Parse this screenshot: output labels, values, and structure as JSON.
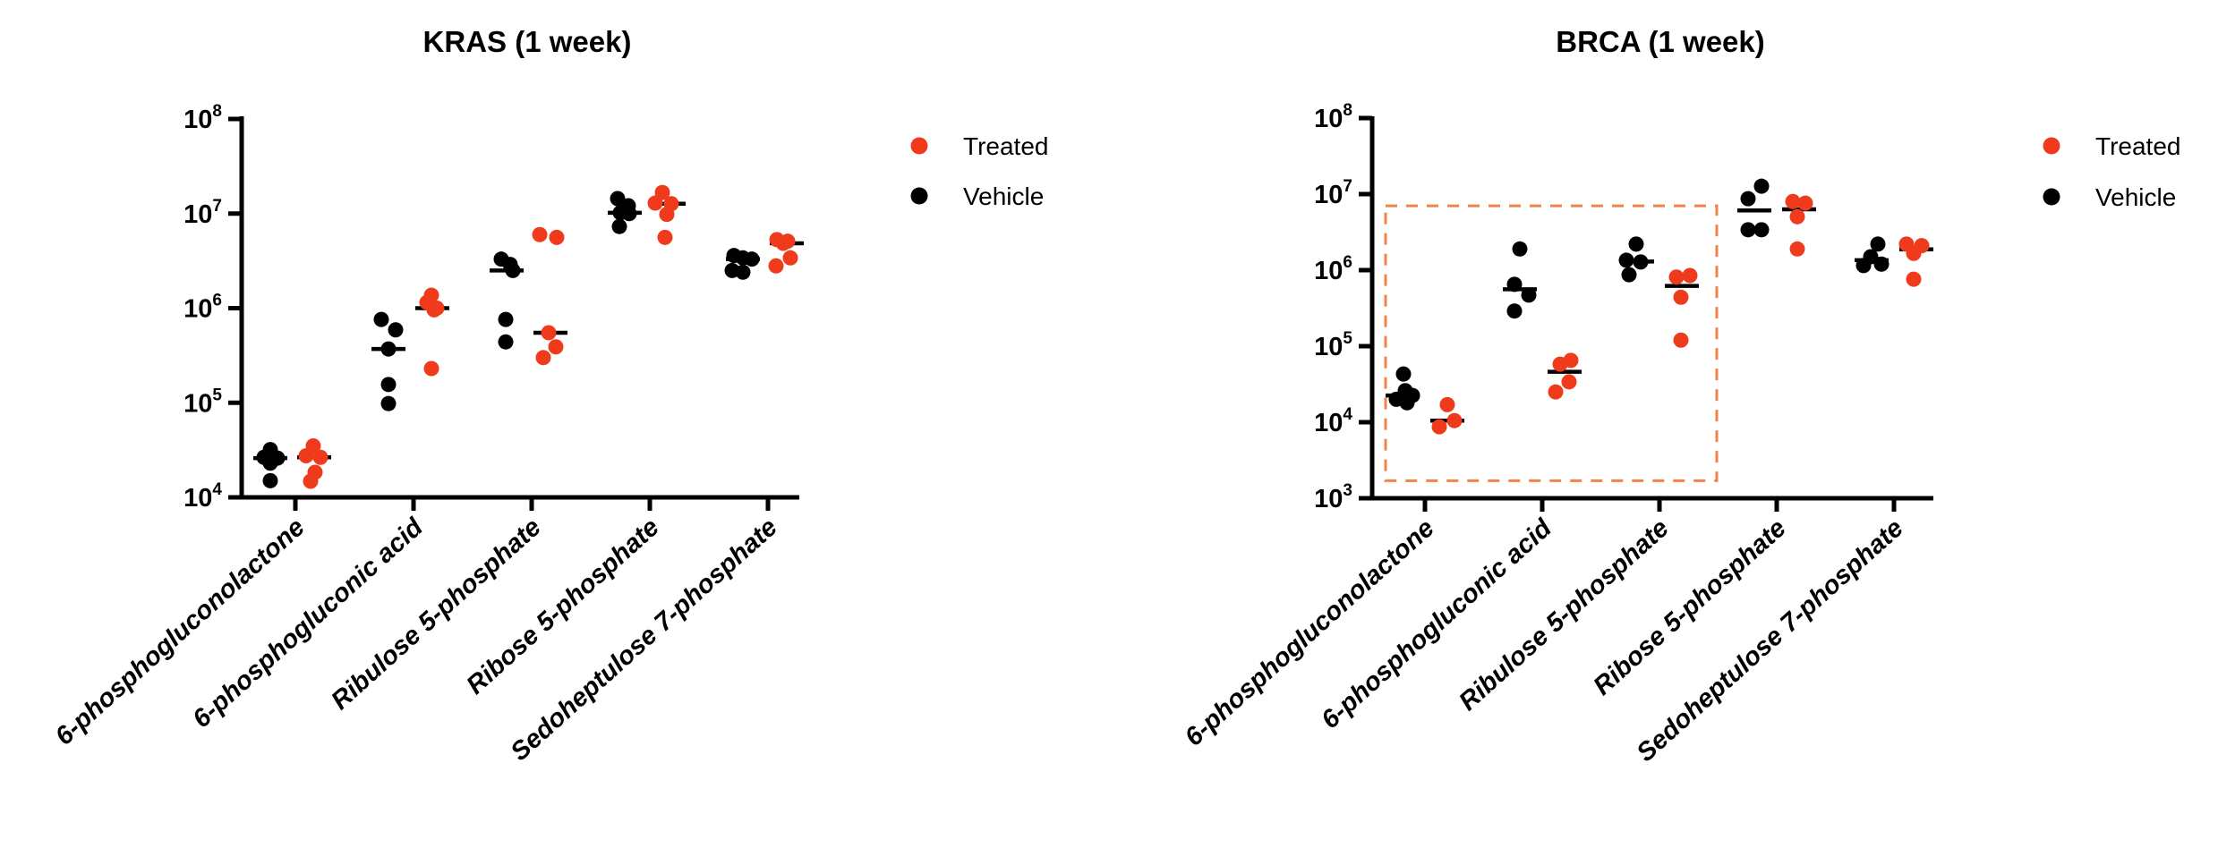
{
  "figure": {
    "background": "#FFFFFF"
  },
  "colors": {
    "treated": "#EF3B1C",
    "vehicle": "#000000",
    "axis": "#000000",
    "median": "#000000",
    "highlight_box": "#F0824B"
  },
  "legend": {
    "items": [
      {
        "label": "Treated",
        "color_key": "treated"
      },
      {
        "label": "Vehicle",
        "color_key": "vehicle"
      }
    ]
  },
  "chart_data": [
    {
      "type": "scatter",
      "title": "KRAS (1 week)",
      "y_axis": {
        "scale": "log",
        "base": "10",
        "tick_exponents": [
          8,
          7,
          6,
          5,
          4
        ],
        "ylim": [
          10000,
          100000000
        ]
      },
      "categories": [
        "6-phosphogluconolactone",
        "6-phosphogluconic acid",
        "Ribulose 5-phosphate",
        "Ribose 5-phosphate",
        "Sedoheptulose 7-phosphate"
      ],
      "series": [
        {
          "name": "Vehicle",
          "color_key": "vehicle",
          "values_by_category": [
            [
              32000,
              26500,
              26000,
              23000,
              15000
            ],
            [
              760000,
              590000,
              370000,
              156000,
              98000
            ],
            [
              3300000,
              2900000,
              2500000,
              760000,
              440000
            ],
            [
              14400000,
              12100000,
              10200000,
              10000000,
              7300000
            ],
            [
              3600000,
              3400000,
              3300000,
              2500000,
              2400000
            ]
          ],
          "medians": [
            26000,
            370000,
            2500000,
            10200000,
            3300000
          ]
        },
        {
          "name": "Treated",
          "color_key": "treated",
          "values_by_category": [
            [
              35000,
              27500,
              26500,
              18400,
              14800
            ],
            [
              1370000,
              1150000,
              1000000,
              960000,
              230000
            ],
            [
              6000000,
              5600000,
              550000,
              390000,
              300000
            ],
            [
              16700000,
              12900000,
              12700000,
              9800000,
              5600000
            ],
            [
              5300000,
              5100000,
              4850000,
              3400000,
              2800000
            ]
          ],
          "medians": [
            26500,
            1000000,
            550000,
            12700000,
            4850000
          ]
        }
      ],
      "highlight_box": null
    },
    {
      "type": "scatter",
      "title": "BRCA (1 week)",
      "y_axis": {
        "scale": "log",
        "base": "10",
        "tick_exponents": [
          8,
          7,
          6,
          5,
          4,
          3
        ],
        "ylim": [
          1000,
          100000000
        ]
      },
      "categories": [
        "6-phosphogluconolactone",
        "6-phosphogluconic acid",
        "Ribulose 5-phosphate",
        "Ribose 5-phosphate",
        "Sedoheptulose 7-phosphate"
      ],
      "series": [
        {
          "name": "Vehicle",
          "color_key": "vehicle",
          "values_by_category": [
            [
              43000,
              26000,
              22500,
              20000,
              18000
            ],
            [
              1900000,
              650000,
              470000,
              290000
            ],
            [
              2200000,
              1350000,
              1280000,
              870000
            ],
            [
              12700000,
              8700000,
              3400000,
              3400000
            ],
            [
              2200000,
              1500000,
              1200000,
              1150000
            ]
          ],
          "medians": [
            22500,
            560000,
            1300000,
            6100000,
            1350000
          ]
        },
        {
          "name": "Treated",
          "color_key": "treated",
          "values_by_category": [
            [
              17000,
              10500,
              8700
            ],
            [
              65000,
              58000,
              34000,
              25000
            ],
            [
              850000,
              810000,
              440000,
              120000
            ],
            [
              8000000,
              7600000,
              5050000,
              1900000
            ],
            [
              2200000,
              2100000,
              1660000,
              760000
            ]
          ],
          "medians": [
            10500,
            46000,
            620000,
            6300000,
            1880000
          ]
        }
      ],
      "highlight_box": {
        "covers_categories": [
          "6-phosphogluconolactone",
          "6-phosphogluconic acid",
          "Ribulose 5-phosphate"
        ],
        "y_min": 1700,
        "y_max": 7000000,
        "line_style": "dashed",
        "color_key": "highlight_box"
      }
    }
  ]
}
